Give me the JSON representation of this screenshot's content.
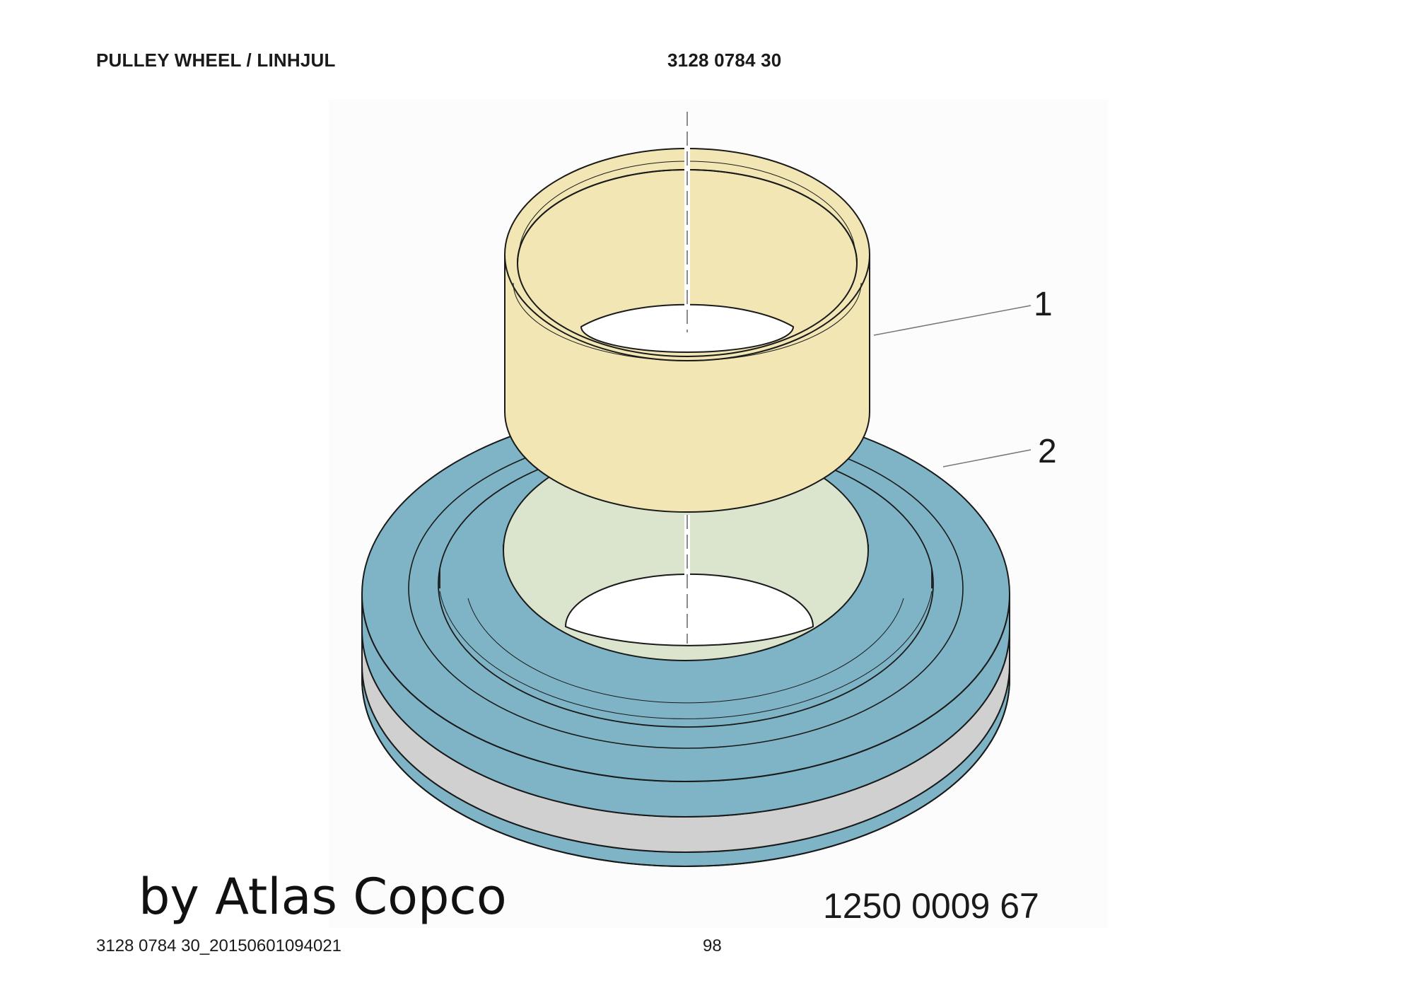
{
  "header": {
    "title": "PULLEY WHEEL / LINHJUL",
    "doc_number": "3128 0784 30"
  },
  "drawing": {
    "callouts": [
      {
        "number": "1",
        "part": "bushing"
      },
      {
        "number": "2",
        "part": "pulley-wheel"
      }
    ],
    "watermark": "by Atlas Copco",
    "part_number": "1250 0009 67",
    "colors": {
      "bushing": "#f1e6b4",
      "wheel": "#7eb4c6",
      "groove": "#d0d0d0",
      "bore": "#dbe5cd",
      "outline": "#1a1a1a"
    }
  },
  "footer": {
    "file_id": "3128 0784 30_20150601094021",
    "page": "98"
  }
}
